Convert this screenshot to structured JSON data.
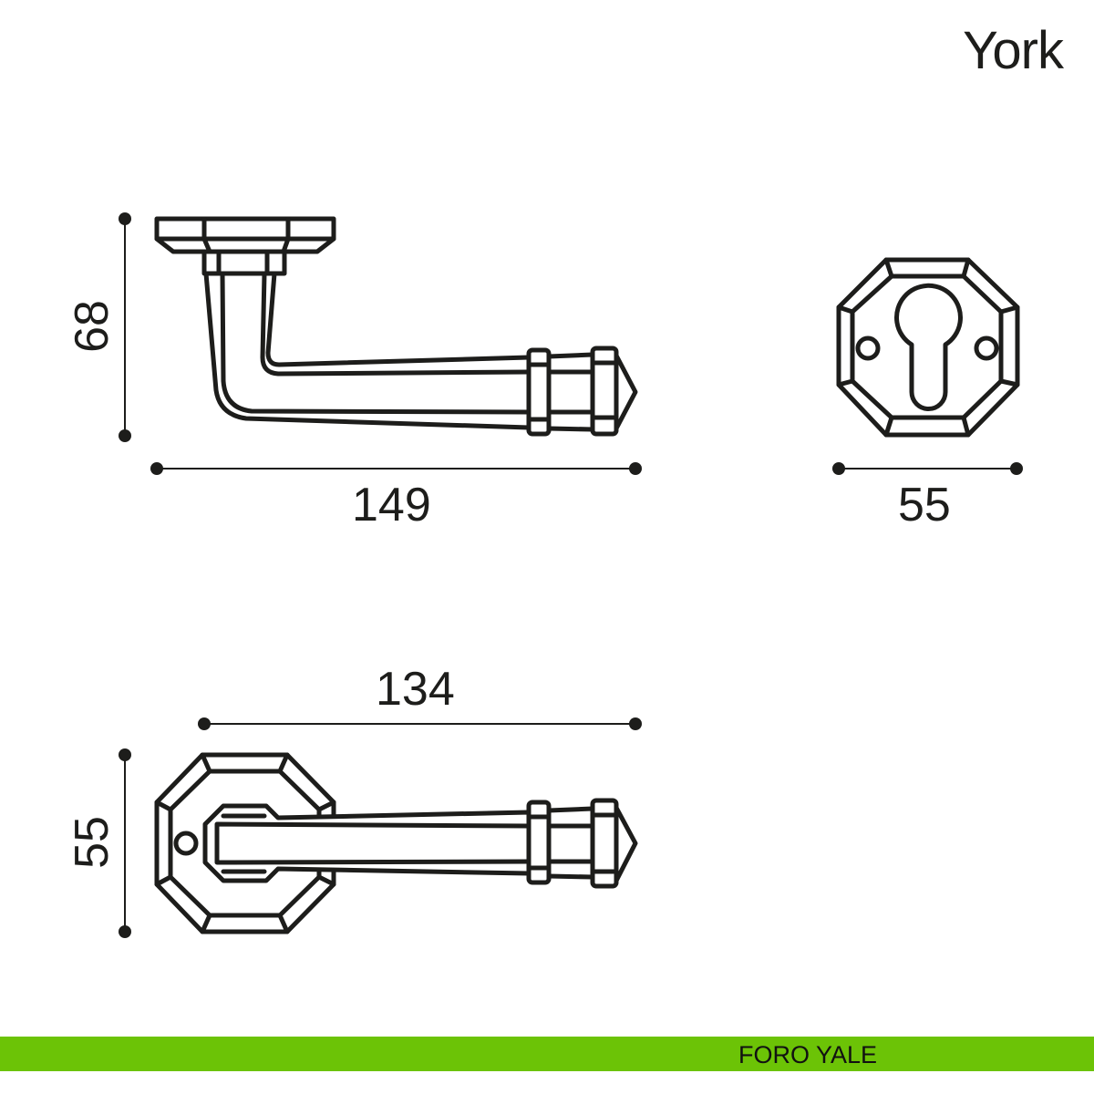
{
  "title": "York",
  "dimensions": {
    "side_height": "68",
    "side_length": "149",
    "rosette_width": "55",
    "top_length": "134",
    "top_height": "55"
  },
  "footer": {
    "label": "FORO YALE",
    "color": "#6cc306"
  },
  "line_color": "#1d1d1b"
}
